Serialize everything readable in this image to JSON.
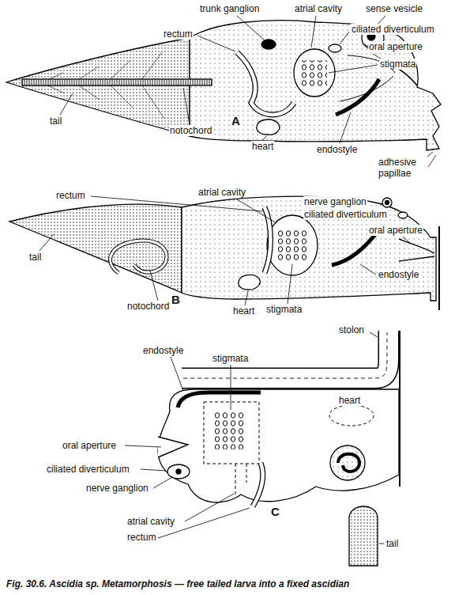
{
  "diagram": {
    "caption": "Fig. 30.6. Ascidia sp. Metamorphosis — free tailed larva into a fixed ascidian",
    "labels": [
      "trunk ganglion",
      "atrial cavity",
      "sense vesicle",
      "rectum",
      "ciliated diverticulum",
      "oral aperture",
      "stigmata",
      "tail",
      "notochord",
      "A",
      "heart",
      "endostyle",
      "adhesive papillae",
      "rectum",
      "atrial cavity",
      "nerve ganglion",
      "ciliated diverticulum",
      "oral aperture",
      "tail",
      "endostyle",
      "notochord",
      "B",
      "heart",
      "stigmata",
      "stolon",
      "endostyle",
      "stigmata",
      "heart",
      "oral aperture",
      "ciliated diverticulum",
      "nerve ganglion",
      "atrial cavity",
      "rectum",
      "C",
      "tail"
    ]
  }
}
